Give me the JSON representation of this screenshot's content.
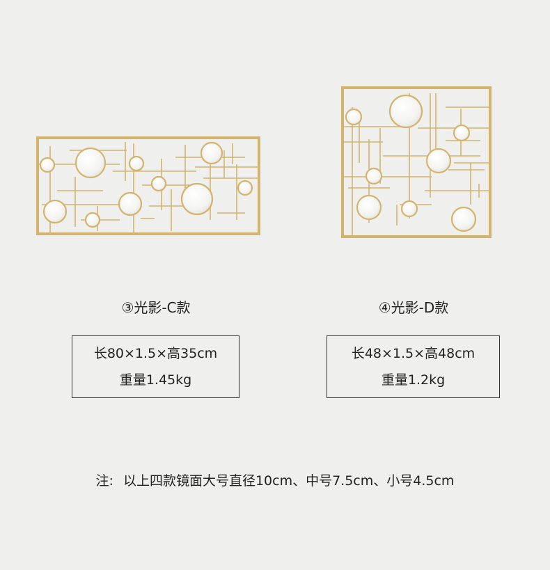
{
  "products": [
    {
      "caption": "③光影-C款",
      "size": "长80×1.5×高35cm",
      "weight": "重量1.45kg"
    },
    {
      "caption": "④光影-D款",
      "size": "长48×1.5×高48cm",
      "weight": "重量1.2kg"
    }
  ],
  "note": {
    "label": "注:",
    "text": "以上四款镜面大号直径10cm、中号7.5cm、小号4.5cm"
  },
  "colors": {
    "background": "#efefed",
    "gold": "#d4b46c",
    "mirror": "#f6f6f4",
    "text": "#222222",
    "border": "#333333"
  }
}
